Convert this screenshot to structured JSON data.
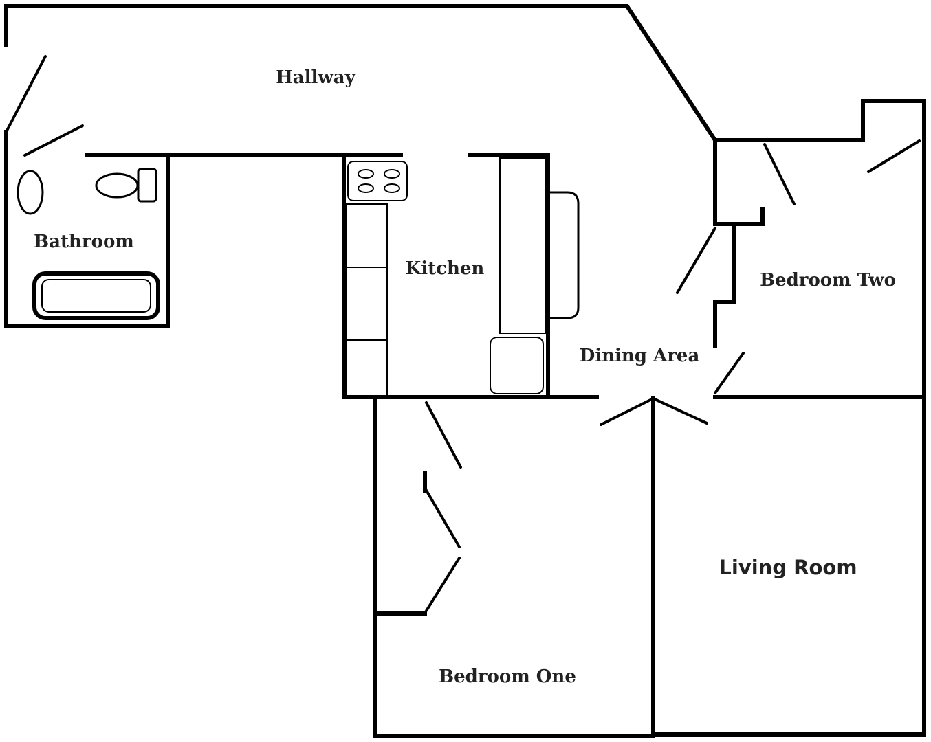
{
  "rooms": {
    "hallway": "Hallway",
    "bathroom": "Bathroom",
    "kitchen": "Kitchen",
    "dining_area": "Dining Area",
    "bedroom_two": "Bedroom Two",
    "living_room": "Living Room",
    "bedroom_one": "Bedroom One"
  }
}
